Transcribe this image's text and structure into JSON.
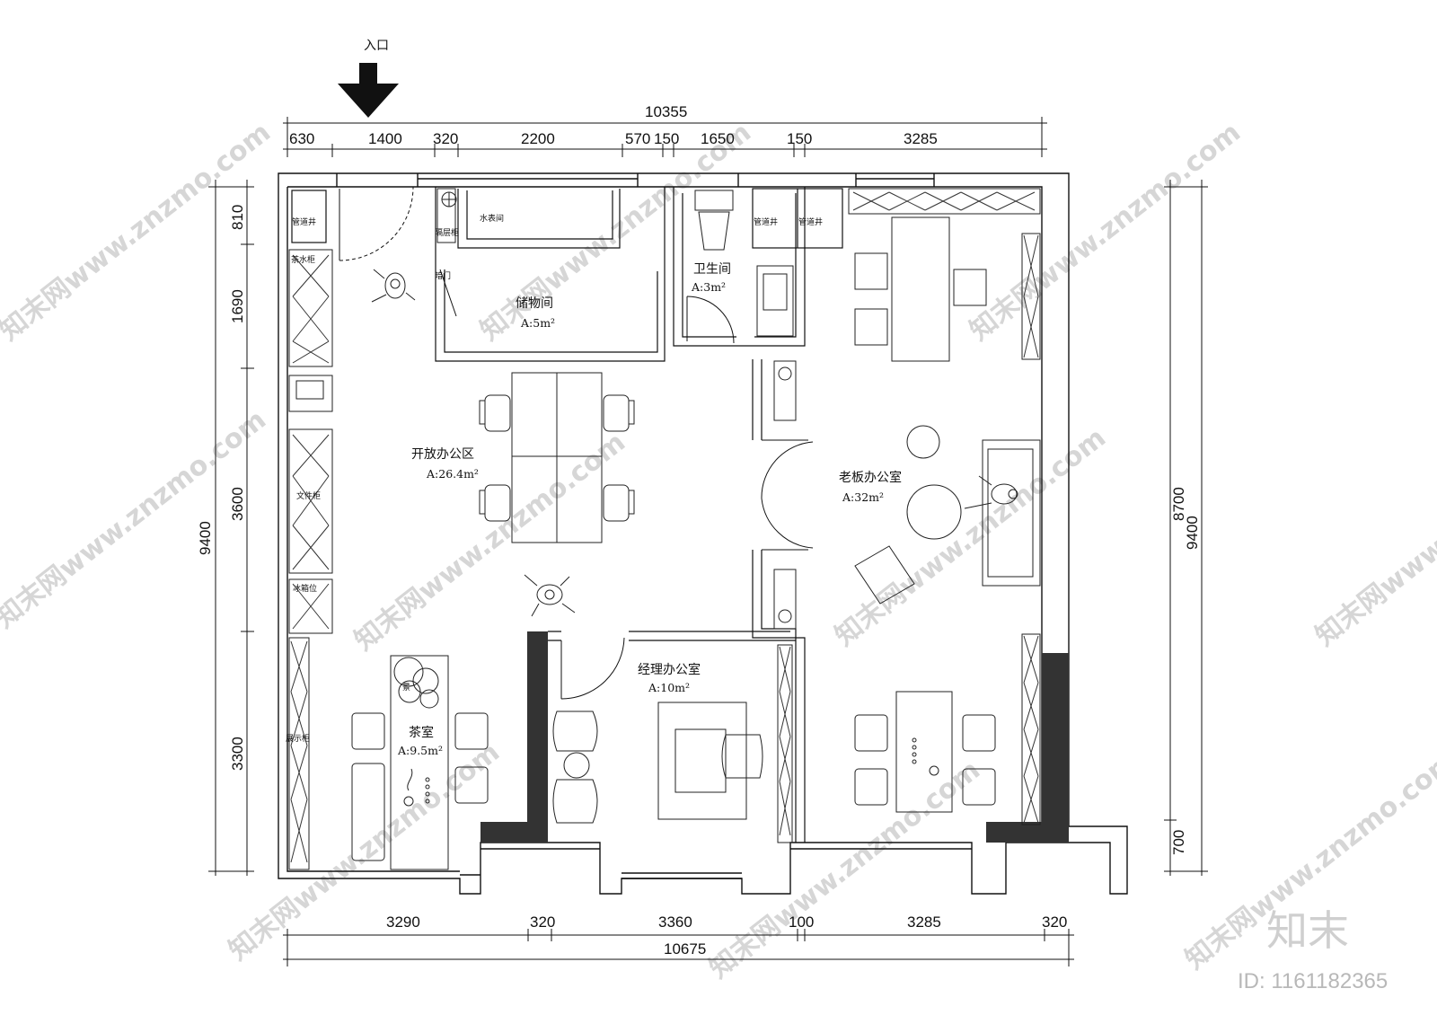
{
  "entrance": {
    "label": "入口"
  },
  "dimensions": {
    "top_total": "10355",
    "top_segments": [
      "630",
      "1400",
      "320",
      "2200",
      "570",
      "150",
      "1650",
      "150",
      "3285"
    ],
    "bottom_segments": [
      "3290",
      "320",
      "3360",
      "100",
      "3285",
      "320"
    ],
    "bottom_total": "10675",
    "left_outer": "9400",
    "left_segments": [
      "810",
      "1690",
      "3600",
      "3300"
    ],
    "right_outer": "9400",
    "right_inner": "8700",
    "right_bottom": "700"
  },
  "rooms": {
    "storage": {
      "name": "储物间",
      "area": "A:5m²"
    },
    "bathroom": {
      "name": "卫生间",
      "area": "A:3m²"
    },
    "open_office": {
      "name": "开放办公区",
      "area": "A:26.4m²"
    },
    "boss_office": {
      "name": "老板办公室",
      "area": "A:32m²"
    },
    "manager_office": {
      "name": "经理办公室",
      "area": "A:10m²"
    },
    "tea_room": {
      "name": "茶室",
      "area": "A:9.5m²"
    }
  },
  "fixtures": {
    "shaft_left": "管道井",
    "shaft_right_a": "管道井",
    "shaft_right_b": "管道井",
    "water_meter": "水表间",
    "tea_cabinet": "茶水柜",
    "file_cabinet": "文件柜",
    "fridge": "冰箱位",
    "display": "展示柜",
    "hidden_door": "暗门",
    "plant_cabinet": "隔层柜",
    "landscape": "景"
  },
  "watermark": {
    "site": "知末网www.znzmo.com",
    "brand": "知末",
    "id": "ID: 1161182365"
  },
  "colors": {
    "line": "#111111",
    "wall_fill": "#333333",
    "watermark": "#d6d6d6"
  }
}
